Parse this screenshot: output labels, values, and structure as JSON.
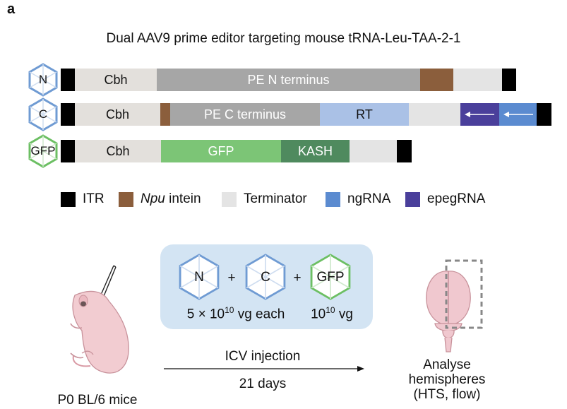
{
  "panel_letter": "a",
  "title": "Dual AAV9 prime editor targeting mouse tRNA-Leu-TAA-2-1",
  "constructs": [
    {
      "badge": "N",
      "segments": {
        "cbh": "Cbh",
        "pe_n": "PE N terminus"
      }
    },
    {
      "badge": "C",
      "segments": {
        "cbh": "Cbh",
        "pe_c": "PE C terminus",
        "rt": "RT"
      }
    },
    {
      "badge": "GFP",
      "segments": {
        "cbh": "Cbh",
        "gfp": "GFP",
        "kash": "KASH"
      }
    }
  ],
  "legend": {
    "itr": "ITR",
    "npu_italic": "Npu",
    "npu_rest": " intein",
    "terminator": "Terminator",
    "ngrna": "ngRNA",
    "epegrna": "epegRNA"
  },
  "colors": {
    "itr": "#000000",
    "intein": "#8b5e3c",
    "terminator": "#e4e4e4",
    "ngrna": "#5b8bd0",
    "epegrna": "#4a3f9b",
    "cbh": "#e3e0dc",
    "pe": "#a6a6a6",
    "rt": "#aac1e6",
    "gfp": "#7cc576",
    "kash": "#4f8a5e",
    "capsid_blue": "#6f9bd3",
    "capsid_green": "#6cbf63",
    "mouse_pink": "#f2ccd1",
    "brain_pink": "#f0c8cf"
  },
  "mix": {
    "n": "N",
    "c": "C",
    "gfp": "GFP",
    "plus": "+",
    "dose_each_prefix": "5 × 10",
    "dose_each_exp": "10",
    "dose_each_suffix": " vg each",
    "dose_gfp_prefix": "10",
    "dose_gfp_exp": "10",
    "dose_gfp_suffix": " vg"
  },
  "workflow": {
    "mice": "P0 BL/6 mice",
    "injection": "ICV injection",
    "duration": "21 days",
    "analyse_1": "Analyse",
    "analyse_2": "hemispheres",
    "analyse_3": "(HTS, flow)"
  }
}
